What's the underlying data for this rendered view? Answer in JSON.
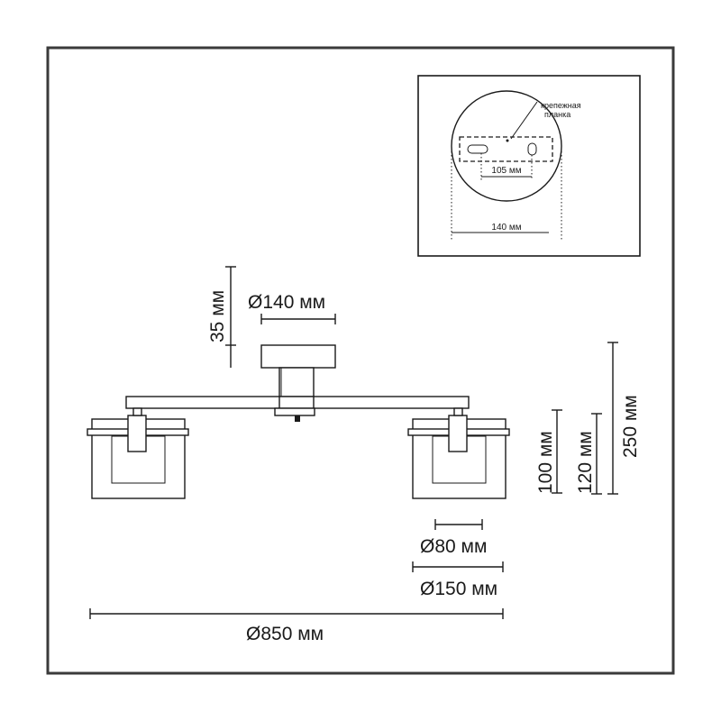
{
  "inset": {
    "mounting_bar_label_line1": "крепежная",
    "mounting_bar_label_line2": "планка",
    "hole_spacing": "105 мм",
    "base_diameter": "140 мм"
  },
  "dimensions": {
    "canopy_diameter": "Ø140 мм",
    "canopy_height": "35 мм",
    "height_100": "100 мм",
    "height_120": "120 мм",
    "height_250": "250 мм",
    "shade_inner_diameter": "Ø80 мм",
    "shade_outer_diameter": "Ø150 мм",
    "total_width": "Ø850 мм"
  },
  "colors": {
    "line": "#1a1a1a",
    "frame": "#3a3a3a",
    "background": "#ffffff"
  }
}
